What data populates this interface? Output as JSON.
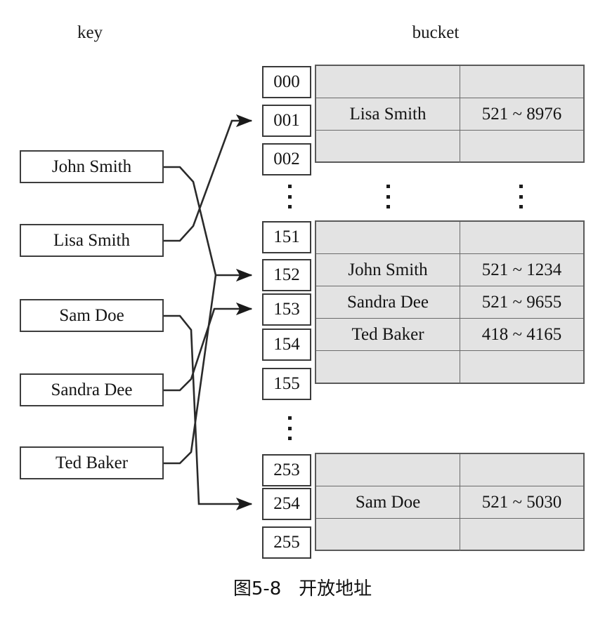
{
  "headers": {
    "key": "key",
    "bucket": "bucket"
  },
  "caption": "图5-8   开放地址",
  "colors": {
    "bucket_fill": "#e3e3e3",
    "border": "#3d3d3d",
    "table_border": "#5a5a5a",
    "text": "#141414",
    "page_background": "#ffffff"
  },
  "keys": [
    {
      "label": "John Smith",
      "target_index": "152"
    },
    {
      "label": "Lisa Smith",
      "target_index": "001"
    },
    {
      "label": "Sam Doe",
      "target_index": "254"
    },
    {
      "label": "Sandra Dee",
      "target_index": "153"
    },
    {
      "label": "Ted Baker",
      "target_index": "152"
    }
  ],
  "bucket_blocks": [
    {
      "rows": [
        {
          "index": "000",
          "name": "",
          "value": ""
        },
        {
          "index": "001",
          "name": "Lisa Smith",
          "value": "521 ~ 8976"
        },
        {
          "index": "002",
          "name": "",
          "value": ""
        }
      ]
    },
    {
      "rows": [
        {
          "index": "151",
          "name": "",
          "value": ""
        },
        {
          "index": "152",
          "name": "John Smith",
          "value": "521 ~ 1234"
        },
        {
          "index": "153",
          "name": "Sandra Dee",
          "value": "521 ~ 9655"
        },
        {
          "index": "154",
          "name": "Ted Baker",
          "value": "418 ~ 4165"
        },
        {
          "index": "155",
          "name": "",
          "value": ""
        }
      ]
    },
    {
      "rows": [
        {
          "index": "253",
          "name": "",
          "value": ""
        },
        {
          "index": "254",
          "name": "Sam Doe",
          "value": "521 ~ 5030"
        },
        {
          "index": "255",
          "name": "",
          "value": ""
        }
      ]
    }
  ],
  "ellipsis_groups": [
    {
      "columns": 3,
      "note": "between block 1 and block 2"
    },
    {
      "columns": 1,
      "note": "between block 2 and block 3"
    }
  ]
}
